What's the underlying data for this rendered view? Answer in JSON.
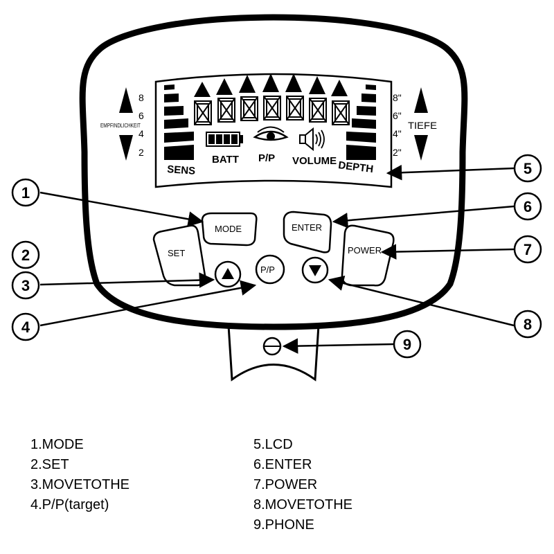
{
  "lcd": {
    "sens_label": "SENS",
    "batt_label": "BATT",
    "pp_label": "P/P",
    "volume_label": "VOLUME",
    "depth_label": "DEPTH",
    "sens_scale": [
      "8",
      "6",
      "4",
      "2"
    ],
    "sens_side_label": "EMPFINDLICHKEIT",
    "depth_scale": [
      "8\"",
      "6\"",
      "4\"",
      "2\""
    ],
    "depth_side_label": "TIEFE"
  },
  "buttons": {
    "mode": "MODE",
    "set": "SET",
    "pp": "P/P",
    "enter": "ENTER",
    "power": "POWER"
  },
  "callouts": [
    "1",
    "2",
    "3",
    "4",
    "5",
    "6",
    "7",
    "8",
    "9"
  ],
  "legend": {
    "left": [
      "1.MODE",
      "2.SET",
      "3.MOVETOTHE",
      "4.P/P(target)"
    ],
    "right": [
      "5.LCD",
      "6.ENTER",
      "7.POWER",
      "8.MOVETOTHE",
      "9.PHONE"
    ]
  },
  "icons": {
    "battery": "battery-icon",
    "eye": "eye-icon",
    "speaker": "speaker-icon",
    "up": "up-arrow-icon",
    "down": "down-arrow-icon",
    "headphone_jack": "headphone-jack-icon"
  }
}
